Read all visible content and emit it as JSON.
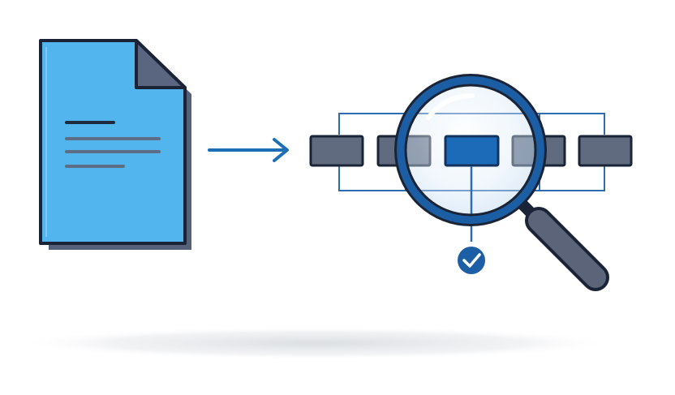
{
  "illustration": {
    "document": {
      "icon": "document-icon",
      "text_lines": 4
    },
    "arrow": {
      "icon": "right-arrow-icon"
    },
    "sequence": {
      "block_count": 5,
      "selected_index": 2
    },
    "magnifier": {
      "icon": "magnifying-glass-icon"
    },
    "result": {
      "icon": "checkmark-icon"
    }
  },
  "colors": {
    "document_fill": "#52b5ee",
    "document_shadow": "#55607a",
    "document_fold": "#5a657f",
    "outline": "#1a2436",
    "text_line_dark": "#1e2a3f",
    "text_line_light": "#5d6d86",
    "accent_blue": "#1c6fb5",
    "connector": "#2f6bb0",
    "block_fill": "#606b80",
    "block_selected": "#1c6bb8",
    "lens_ring": "#1b5ea4",
    "handle": "#5b6478",
    "ground_shadow": "#e4e7ea"
  }
}
